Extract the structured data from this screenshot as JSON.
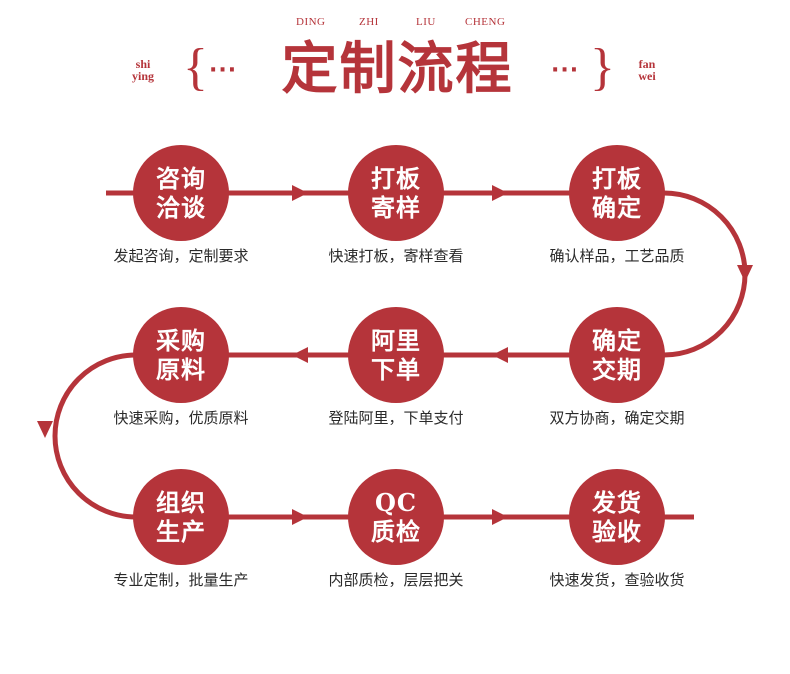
{
  "header": {
    "pinyin": [
      "DING",
      "ZHI",
      "LIU",
      "CHENG"
    ],
    "title": "定制流程",
    "left_label": [
      "shi",
      "ying"
    ],
    "right_label": [
      "fan",
      "wei"
    ],
    "brace_open": "{",
    "brace_close": "}",
    "ellipsis": "···"
  },
  "colors": {
    "accent": "#b5343a",
    "caption": "#2a2a2a"
  },
  "steps": [
    {
      "label": [
        "咨询",
        "洽谈"
      ],
      "caption": "发起咨询，定制要求"
    },
    {
      "label": [
        "打板",
        "寄样"
      ],
      "caption": "快速打板，寄样查看"
    },
    {
      "label": [
        "打板",
        "确定"
      ],
      "caption": "确认样品，工艺品质"
    },
    {
      "label": [
        "确定",
        "交期"
      ],
      "caption": "双方协商，确定交期"
    },
    {
      "label": [
        "阿里",
        "下单"
      ],
      "caption": "登陆阿里，下单支付"
    },
    {
      "label": [
        "采购",
        "原料"
      ],
      "caption": "快速采购，优质原料"
    },
    {
      "label": [
        "组织",
        "生产"
      ],
      "caption": "专业定制，批量生产"
    },
    {
      "label": [
        "QC",
        "质检"
      ],
      "caption": "内部质检，层层把关"
    },
    {
      "label": [
        "发货",
        "验收"
      ],
      "caption": "快速发货，查验收货"
    }
  ]
}
